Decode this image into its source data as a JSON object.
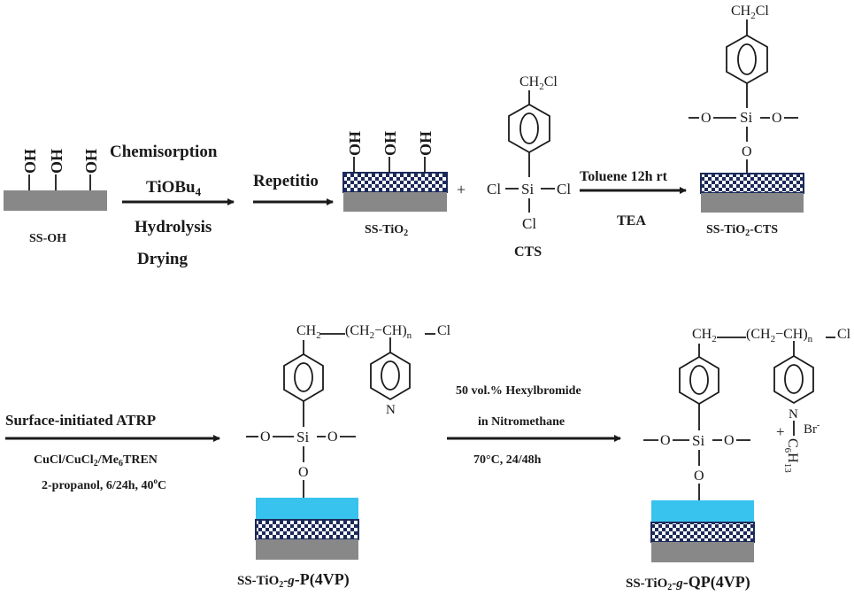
{
  "labels": {
    "ss_oh": "SS-OH",
    "chemisorption": "Chemisorption",
    "tiobu": "TiOBu",
    "tiobu_sub": "4",
    "hydrolysis": "Hydrolysis",
    "drying": "Drying",
    "repetition": "Repetitio",
    "ss_tio2_a": "SS-TiO",
    "ss_tio2_sub": "2",
    "plus": "+",
    "cts": "CTS",
    "toluene": "Toluene 12h rt",
    "tea": "TEA",
    "ss_tio2_cts_a": "SS-TiO",
    "ss_tio2_cts_sub": "2",
    "ss_tio2_cts_b": "-CTS",
    "atrp": "Surface-initiated ATRP",
    "catalyst_a": "CuCl/CuCl",
    "catalyst_sub1": "2",
    "catalyst_b": "/Me",
    "catalyst_sub2": "6",
    "catalyst_c": "TREN",
    "propanol": "2-propanol, 6/24h, 40",
    "propanol_sup": "o",
    "propanol_end": "C",
    "hexyl": "50 vol.% Hexylbromide",
    "nitro": "in Nitromethane",
    "cond": "70°C, 24/48h",
    "p4vp_a": "SS-TiO",
    "p4vp_sub": "2",
    "p4vp_dash": "-",
    "p4vp_g": "g",
    "p4vp_b": "-P(4VP)",
    "qp_a": "SS-TiO",
    "qp_sub": "2",
    "qp_dash": "-",
    "qp_g": "g",
    "qp_b": "-QP(4VP)"
  },
  "atoms": {
    "oh": "OH",
    "o": "O",
    "si": "Si",
    "cl": "Cl",
    "ch2": "CH",
    "sub2": "2",
    "ch2cl_a": "CH",
    "ch2cl_sub": "2",
    "ch2cl_b": "Cl",
    "chain_open": "(CH",
    "chain_sub": "2",
    "chain_mid": "−CH)",
    "chain_n": "n",
    "n": "N",
    "br": "Br",
    "br_sup": "-",
    "plus_charge": "+",
    "c6": "C",
    "c6_sub1": "6",
    "c6_h": "H",
    "c6_sub2": "13"
  },
  "colors": {
    "substrate": "#888888",
    "tio2_dark": "#1c2a5a",
    "polymer": "#38c2ee",
    "ink": "#1a1a1a"
  }
}
